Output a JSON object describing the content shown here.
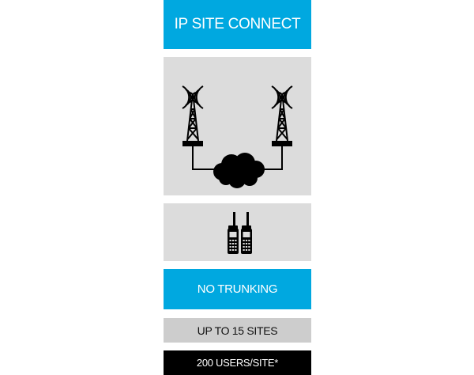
{
  "header": {
    "title": "IP SITE CONNECT"
  },
  "diagram": {
    "left_tower_icon": "radio-tower-icon",
    "right_tower_icon": "radio-tower-icon",
    "cloud_icon": "cloud-icon"
  },
  "devices": {
    "icon": "two-way-radios-icon"
  },
  "features": {
    "trunking": "NO TRUNKING",
    "sites": "UP TO 15 SITES",
    "users": "200 USERS/SITE*"
  },
  "colors": {
    "accent": "#00a8e0",
    "panel": "#dcdcdc",
    "dark": "#000000"
  }
}
